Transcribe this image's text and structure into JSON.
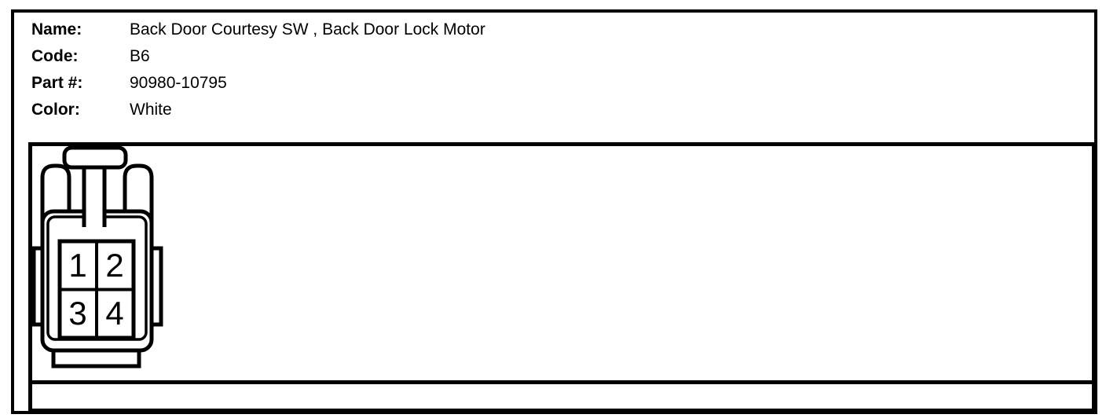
{
  "colors": {
    "ink": "#000000",
    "paper": "#ffffff"
  },
  "header": {
    "fields": [
      {
        "label": "Name:",
        "value": "Back Door Courtesy SW , Back Door Lock Motor"
      },
      {
        "label": "Code:",
        "value": "B6"
      },
      {
        "label": "Part #:",
        "value": "90980-10795"
      },
      {
        "label": "Color:",
        "value": "White"
      }
    ]
  },
  "diagram": {
    "pins": [
      "1",
      "2",
      "3",
      "4"
    ]
  }
}
